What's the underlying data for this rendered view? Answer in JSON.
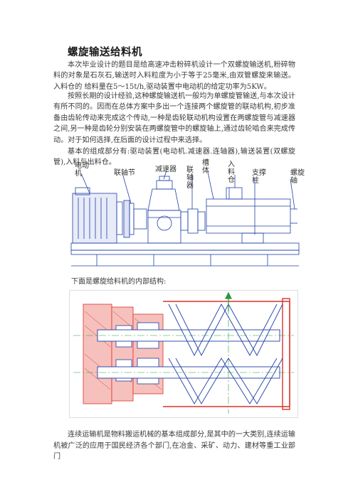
{
  "title": "螺旋输送给料机",
  "paragraphs": [
    "本次毕业设计的题目是给高速冲击粉碎机设计一个双螺旋输送机,粉碎物料的对象是石灰石,输送时入料粒度为小于等于25毫米,由双管螺旋来输送。入料仓的 给料量在5～15t/h,驱动装置中电动机的给定功率为5KW。",
    "按照长期的设计经验,这种螺旋输送机一般均为单螺旋管输送,与本次设计有所不同的。因而在总体方案中多出一个连接两个螺旋管的联动机构,初步准备由齿轮传动来完成这个传动,一种是齿轮联动机构设置在两螺旋管与减速器之间,另一种是齿轮分别安装在两螺旋管中的螺旋轴上,通过齿轮啮合来完成传动。对于如何选择,在后面的设计过程中来选择。",
    "基本的组成部分有:驱动装置(电动机.减速器.连轴器),输送装置(双螺旋管),入料与出料仓。",
    "连续运输机是物料搬运机械的基本组成部分,是其中的一大类别,连续运输机被广泛的应用于国民经济各个部门,在冶金、采矿、动力、建材等重工业部门"
  ],
  "figure1_labels": {
    "motor": "电动机",
    "coupling": "联轴节",
    "reducer": "减速器",
    "coupler": "联轴器",
    "trough": "槽体",
    "inlet": "入料仓",
    "support": "支撑柱",
    "screw_shaft": "螺旋轴"
  },
  "figure2_caption": "下面是螺旋给料机的内部结构:",
  "colors": {
    "drawing_blue": "#1f3fa8",
    "section_red": "#d8322a",
    "hatch_pink": "#f08a86",
    "centerline_green": "#2a9a3a"
  }
}
